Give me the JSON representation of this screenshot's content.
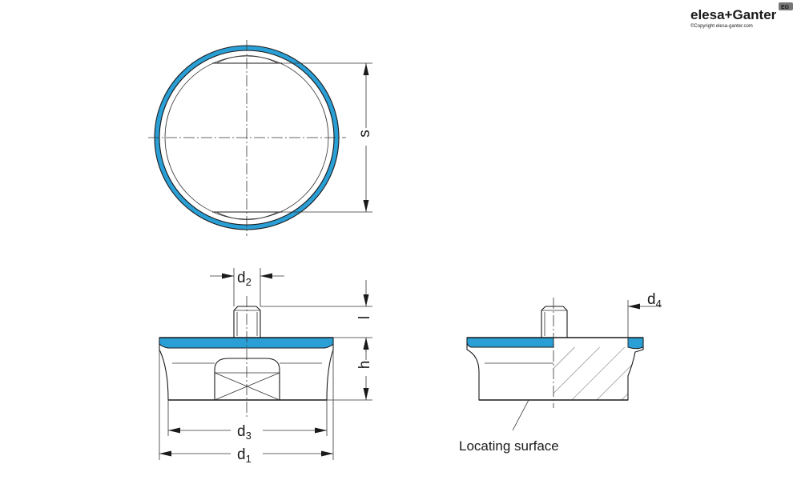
{
  "brand": {
    "logo_text": "elesa+Ganter",
    "copyright": "©Copyright elesa-ganter.com",
    "badge": "EG"
  },
  "colors": {
    "accent_blue": "#2a9fd6",
    "line": "#1a1a1a"
  },
  "labels": {
    "s": "s",
    "d2_main": "d",
    "d2_sub": "2",
    "l": "l",
    "h": "h",
    "d3_main": "d",
    "d3_sub": "3",
    "d1_main": "d",
    "d1_sub": "1",
    "d4_main": "d",
    "d4_sub": "4",
    "locating_surface": "Locating surface"
  }
}
